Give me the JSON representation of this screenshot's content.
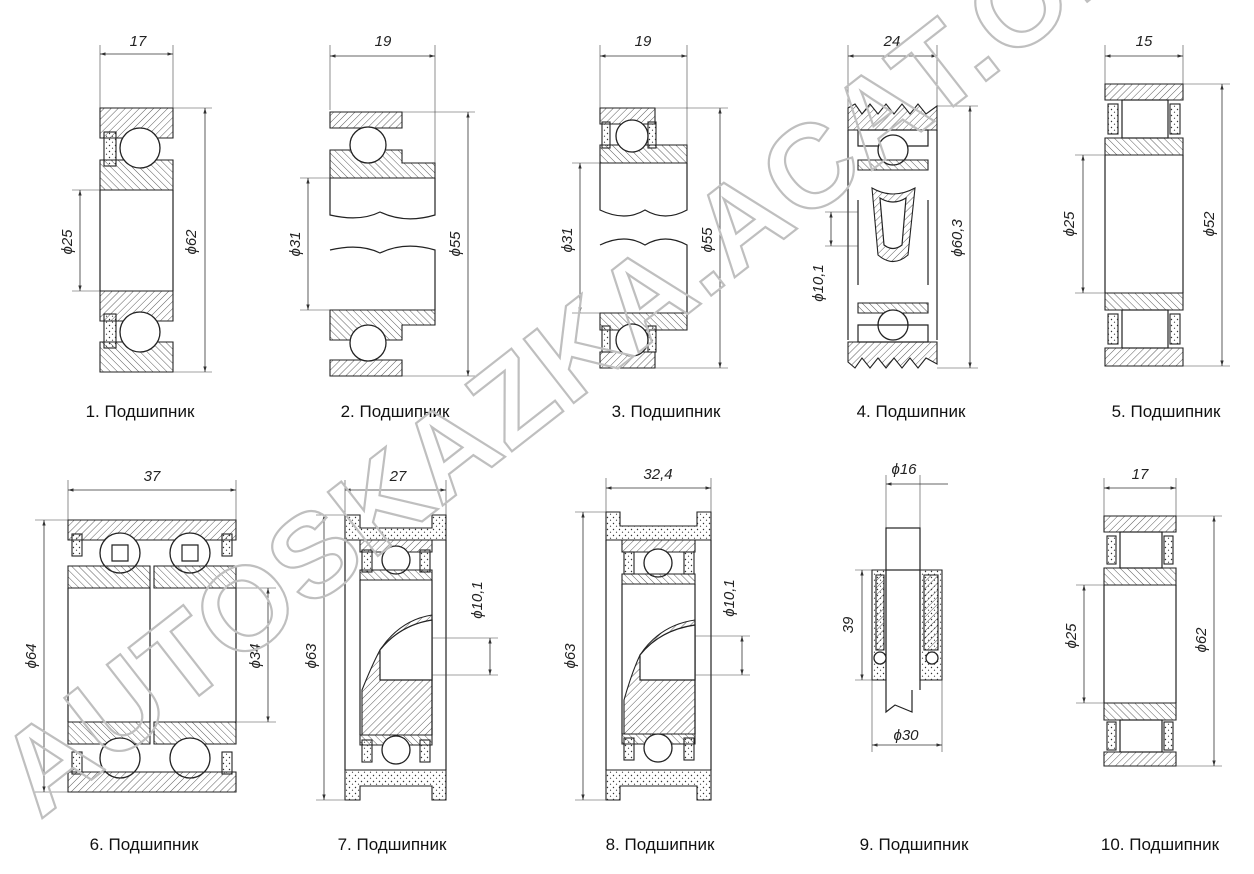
{
  "captions": [
    "1. Подшипник",
    "2. Подшипник",
    "3. Подшипник",
    "4. Подшипник",
    "5. Подшипник",
    "6. Подшипник",
    "7. Подшипник",
    "8. Подшипник",
    "9. Подшипник",
    "10. Подшипник"
  ],
  "dims": {
    "b1_w": "17",
    "b1_d": "ϕ25",
    "b1_D": "ϕ62",
    "b2_w": "19",
    "b2_d": "ϕ31",
    "b2_D": "ϕ55",
    "b3_w": "19",
    "b3_d": "ϕ31",
    "b3_D": "ϕ55",
    "b4_w": "24",
    "b4_d": "ϕ10,1",
    "b4_D": "ϕ60,3",
    "b5_w": "15",
    "b5_d": "ϕ25",
    "b5_D": "ϕ52",
    "b6_w": "37",
    "b6_D": "ϕ64",
    "b6_d": "ϕ34",
    "b7_w": "27",
    "b7_D": "ϕ63",
    "b7_d": "ϕ10,1",
    "b8_w": "32,4",
    "b8_D": "ϕ63",
    "b8_d": "ϕ10,1",
    "b9_w": "ϕ16",
    "b9_h": "39",
    "b9_d": "ϕ30",
    "b10_w": "17",
    "b10_d": "ϕ25",
    "b10_D": "ϕ62"
  },
  "watermark": "AUTOSKAZKA.ACAT.ONLINE",
  "colors": {
    "ink": "#222222",
    "watermark": "#bfbfbf"
  }
}
